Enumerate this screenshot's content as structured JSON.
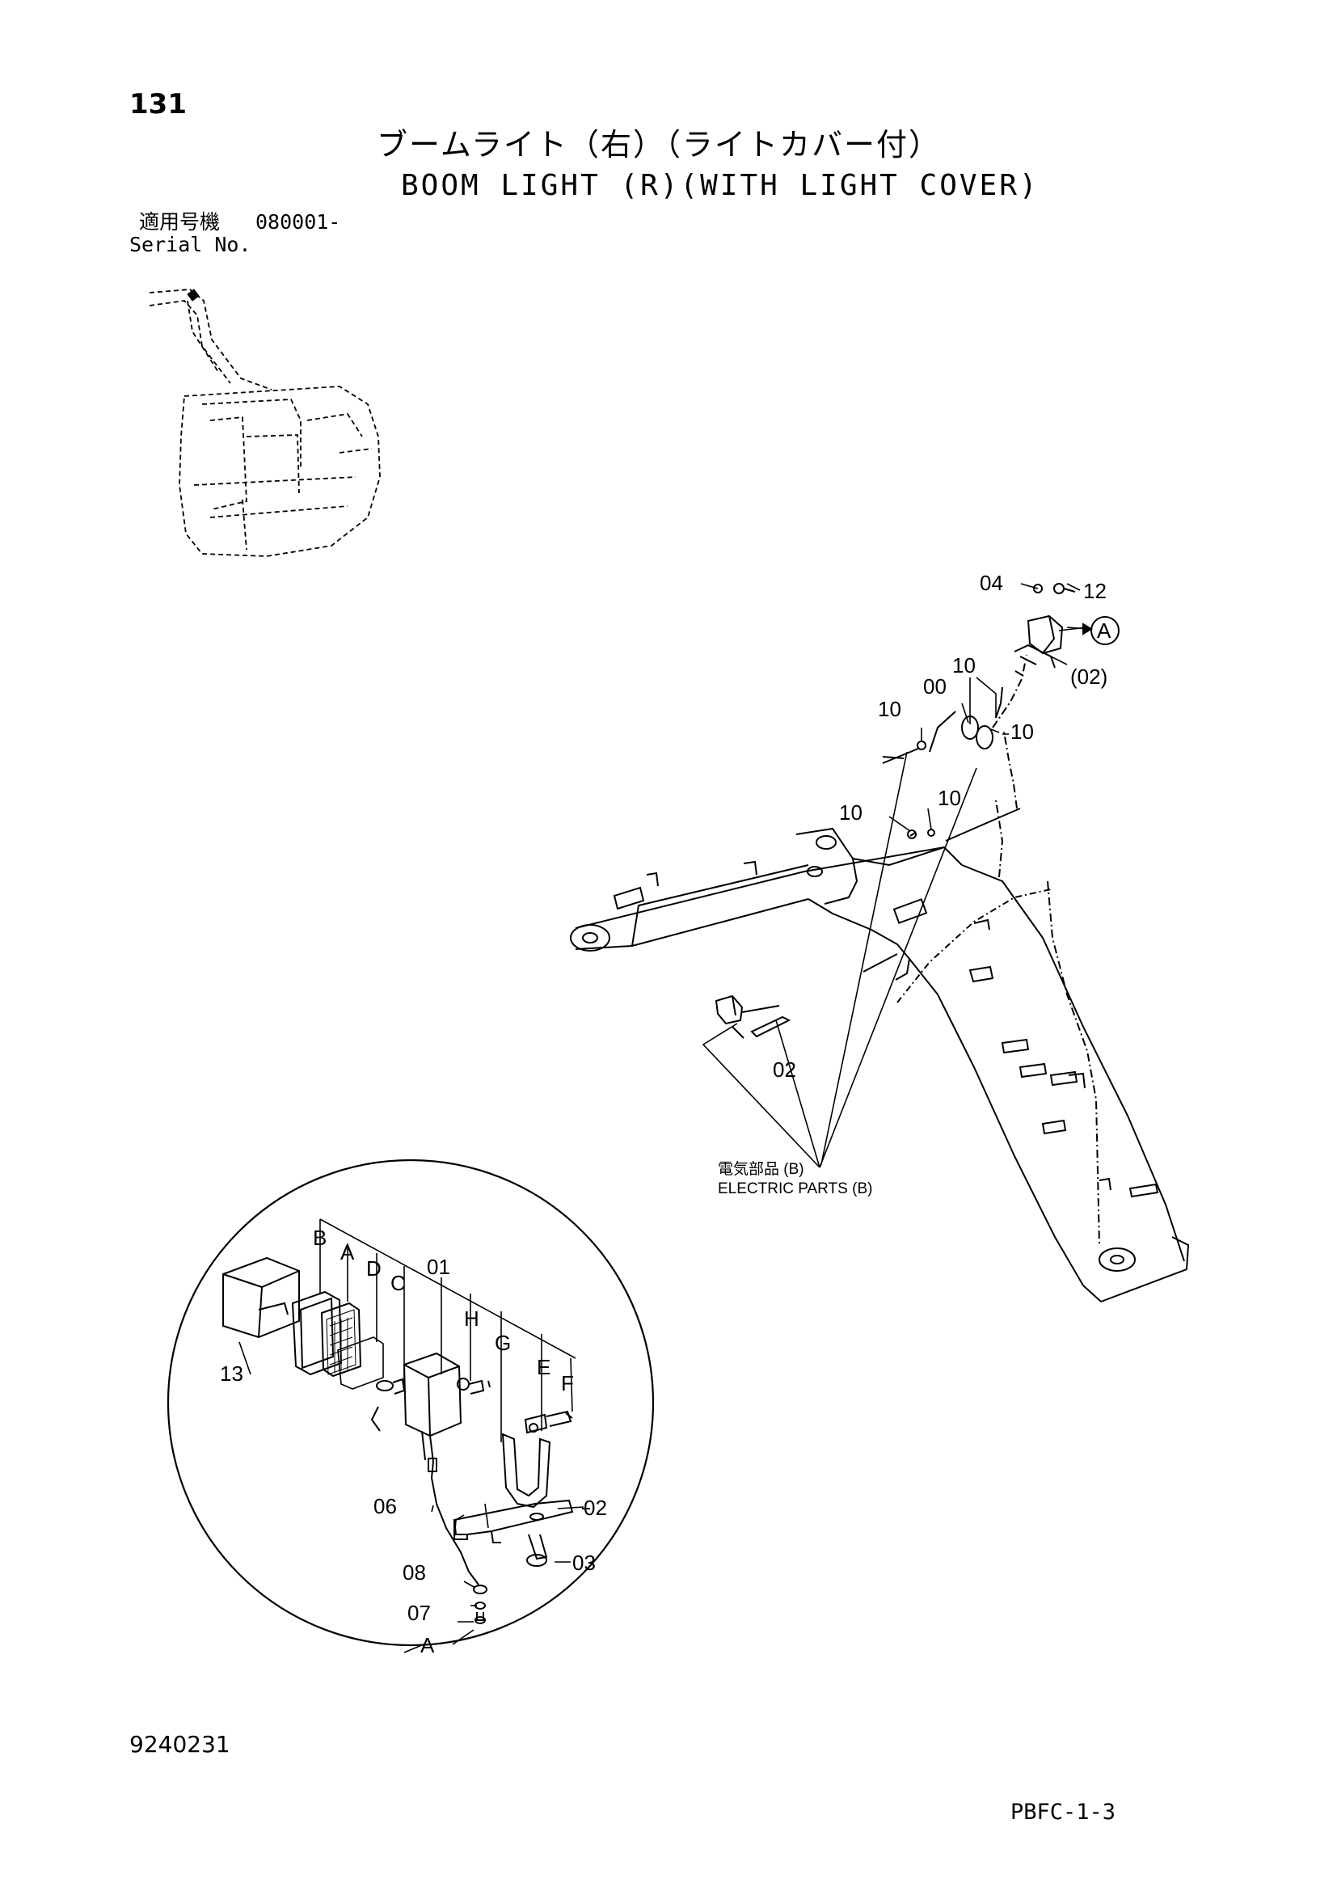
{
  "header": {
    "page_number": "131",
    "title_ja": "ブームライト（右）（ライトカバー付）",
    "title_en": "BOOM LIGHT (R)(WITH LIGHT COVER)",
    "serial_label_ja": "適用号機",
    "serial_number": "080001-",
    "serial_label_en": "Serial No."
  },
  "callouts": {
    "p04_top": "04",
    "p12": "12",
    "detail_a_mark": "A",
    "p02_paren": "(02)",
    "p10_a": "10",
    "p00": "00",
    "p10_b": "10",
    "p10_c": "10",
    "p10_d": "10",
    "p10_e": "10",
    "p02_mid": "02",
    "electric_ja": "電気部品 (B)",
    "electric_en": "ELECTRIC PARTS (B)"
  },
  "detail": {
    "label_b": "B",
    "label_a": "A",
    "label_d": "D",
    "label_c": "C",
    "label_01": "01",
    "label_h": "H",
    "label_g": "G",
    "label_e": "E",
    "label_f": "F",
    "label_13": "13",
    "label_02": "02",
    "label_06": "06",
    "label_03": "03",
    "label_08": "08",
    "label_07": "07",
    "label_view": "A"
  },
  "footer": {
    "doc_code": "9240231",
    "sheet_code": "PBFC-1-3"
  }
}
